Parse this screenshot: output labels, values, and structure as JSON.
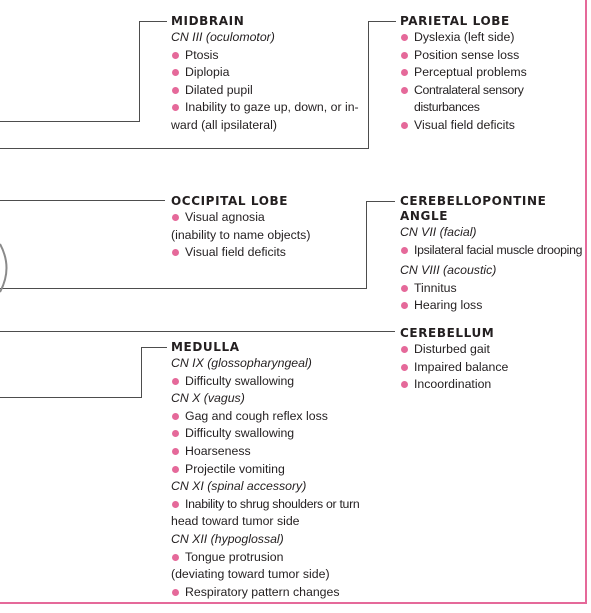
{
  "colors": {
    "accent": "#e5699a",
    "text": "#231f20",
    "leader_line": "#4d4d4d"
  },
  "midbrain": {
    "title": "MIDBRAIN",
    "nerve": "CN III (oculomotor)",
    "items": [
      "Ptosis",
      "Diplopia",
      "Dilated pupil",
      "Inability to gaze up, down, or in-"
    ],
    "item_continuation": "ward (all ipsilateral)"
  },
  "parietal": {
    "title": "PARIETAL LOBE",
    "items": [
      "Dyslexia (left side)",
      "Position sense loss",
      "Perceptual problems",
      "Contralateral sensory disturbances",
      "Visual field deficits"
    ]
  },
  "occipital": {
    "title": "OCCIPITAL LOBE",
    "items": [
      "Visual agnosia",
      "Visual field deficits"
    ],
    "item_continuation": "(inability to name objects)"
  },
  "cerebellopontine": {
    "title_line1": "CEREBELLOPONTINE",
    "title_line2": "ANGLE",
    "nerve1": "CN VII (facial)",
    "nerve1_items": [
      "Ipsilateral facial muscle drooping"
    ],
    "nerve2": "CN VIII (acoustic)",
    "nerve2_items": [
      "Tinnitus",
      "Hearing loss"
    ]
  },
  "cerebellum": {
    "title": "CEREBELLUM",
    "items": [
      "Disturbed gait",
      "Impaired balance",
      "Incoordination"
    ]
  },
  "medulla": {
    "title": "MEDULLA",
    "nerve_ix": "CN IX (glossopharyngeal)",
    "ix_items": [
      "Difficulty swallowing"
    ],
    "nerve_x": "CN X (vagus)",
    "x_items": [
      "Gag and cough reflex loss",
      "Difficulty swallowing",
      "Hoarseness",
      "Projectile vomiting"
    ],
    "nerve_xi": "CN XI (spinal accessory)",
    "xi_item": "Inability to shrug shoulders or turn",
    "xi_continuation": "head toward tumor side",
    "nerve_xii": "CN XII (hypoglossal)",
    "xii_item": "Tongue protrusion",
    "xii_continuation": "(deviating toward tumor side)",
    "xii_item2": "Respiratory pattern changes"
  }
}
